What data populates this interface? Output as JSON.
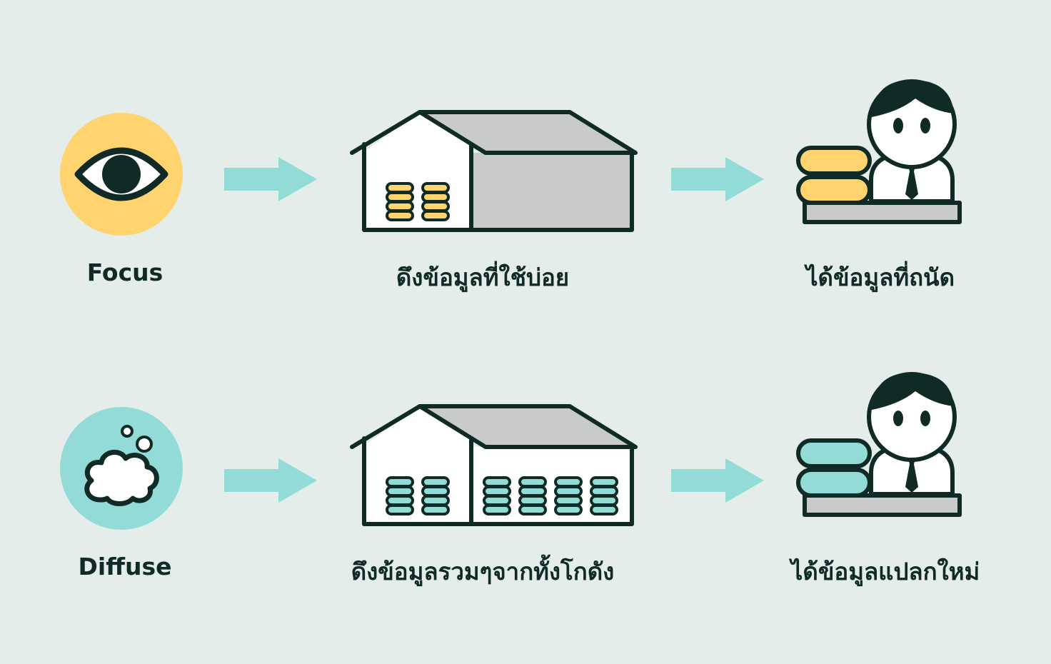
{
  "colors": {
    "background": "#e5edeb",
    "ink": "#102a25",
    "focus_yellow": "#ffd36e",
    "diffuse_teal": "#93dbd6",
    "arrow_teal": "#93dbd6",
    "roof_gray": "#c9cbca"
  },
  "rows": [
    {
      "mode_label": "Focus",
      "mode_icon": "eye-icon",
      "storage_label": "ดึงข้อมูลที่ใช้บ่อย",
      "result_label": "ได้ข้อมูลที่ถนัด"
    },
    {
      "mode_label": "Diffuse",
      "mode_icon": "cloud-bubbles-icon",
      "storage_label": "ดึงข้อมูลรวมๆจากทั้งโกดัง",
      "result_label": "ได้ข้อมูลแปลกใหม่"
    }
  ]
}
